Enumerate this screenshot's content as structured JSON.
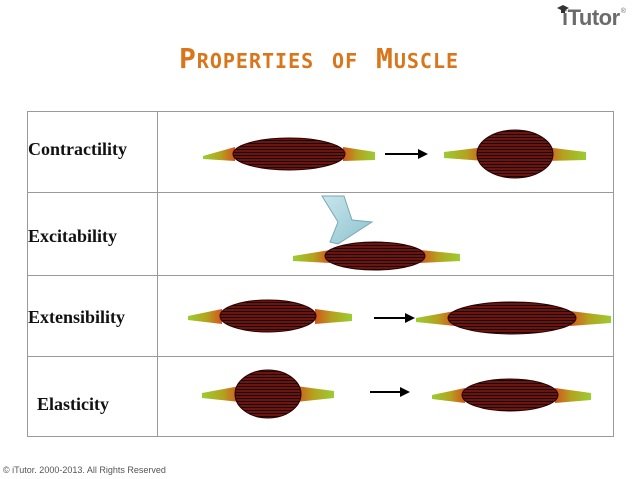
{
  "brand": {
    "logo_text": "iTutor",
    "registered": "®"
  },
  "title": "Properties of Muscle",
  "rows": [
    {
      "label": "Contractility"
    },
    {
      "label": "Excitability"
    },
    {
      "label": "Extensibility"
    },
    {
      "label": "Elasticity"
    }
  ],
  "colors": {
    "title": "#d9751a",
    "muscle_belly": "#5a0f0a",
    "muscle_stripe": "#1a0000",
    "tendon_end": "#9acd32",
    "tendon_base": "#d2691e",
    "electrode": "#a9d3dc",
    "arrow": "#000000"
  },
  "icons": [
    "graduation-cap-icon",
    "arrow-right-icon",
    "stimulus-electrode-icon"
  ],
  "footer": "© iTutor. 2000-2013. All Rights Reserved"
}
